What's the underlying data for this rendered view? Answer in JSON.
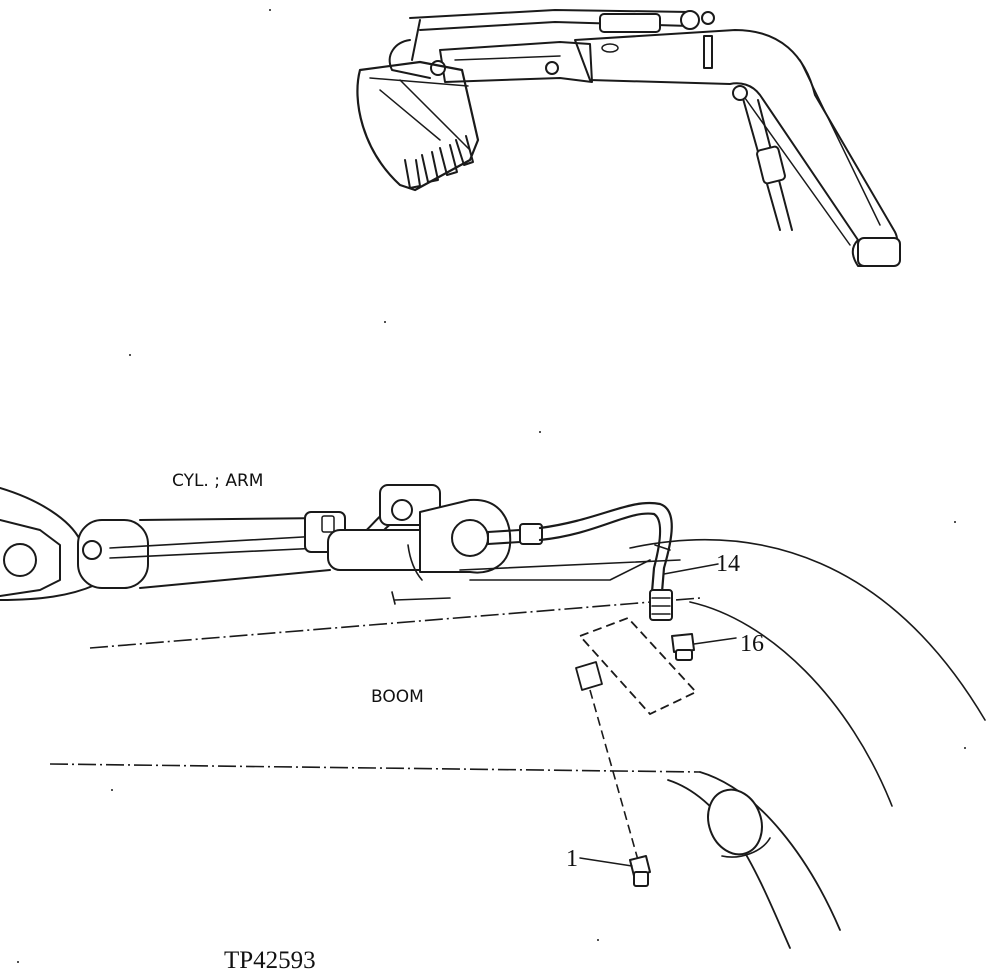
{
  "labels": {
    "cylinder_arm": "CYL. ; ARM",
    "boom": "BOOM",
    "callout_14": "14",
    "callout_16": "16",
    "callout_1": "1",
    "figure_code": "TP42593"
  },
  "colors": {
    "ink": "#1a1a1a",
    "paper": "#ffffff"
  }
}
